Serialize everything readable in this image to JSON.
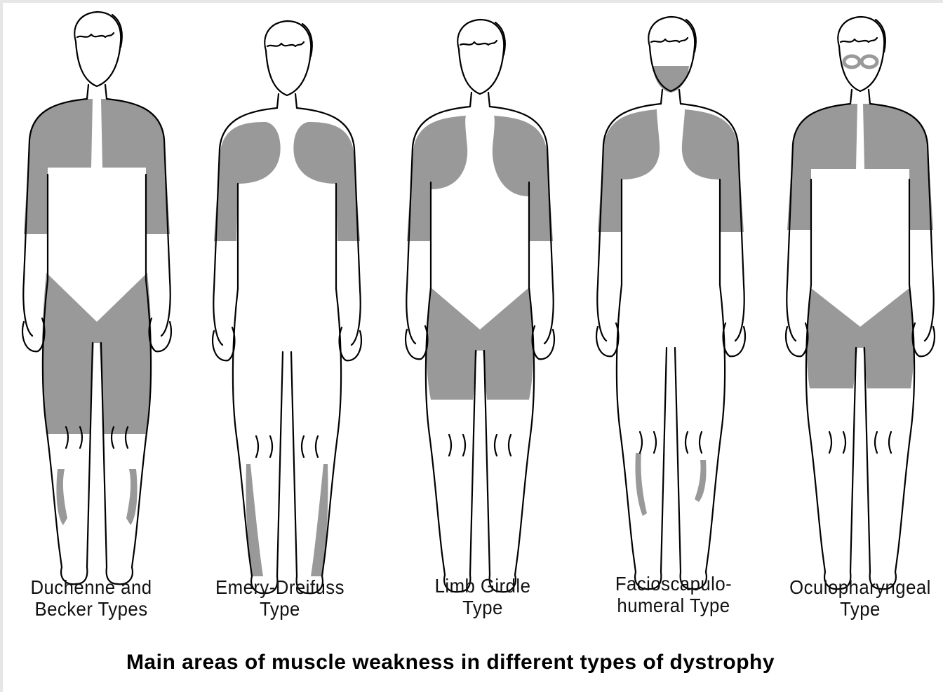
{
  "figures": [
    {
      "id": "duchenne",
      "caption": [
        "Duchenne and",
        "Becker Types"
      ]
    },
    {
      "id": "emery",
      "caption": [
        "Emery-Dreifuss",
        "Type"
      ]
    },
    {
      "id": "limb",
      "caption": [
        "Limb Girdle",
        "Type"
      ]
    },
    {
      "id": "fsh",
      "caption": [
        "Facioscapulo-",
        "humeral Type"
      ]
    },
    {
      "id": "ocp",
      "caption": [
        "Oculopharyngeal",
        "Type"
      ]
    }
  ],
  "title": "Main areas of muscle weakness in different types of dystrophy",
  "colors": {
    "shade": "#999999",
    "outline": "#000000",
    "background": "#ffffff"
  }
}
